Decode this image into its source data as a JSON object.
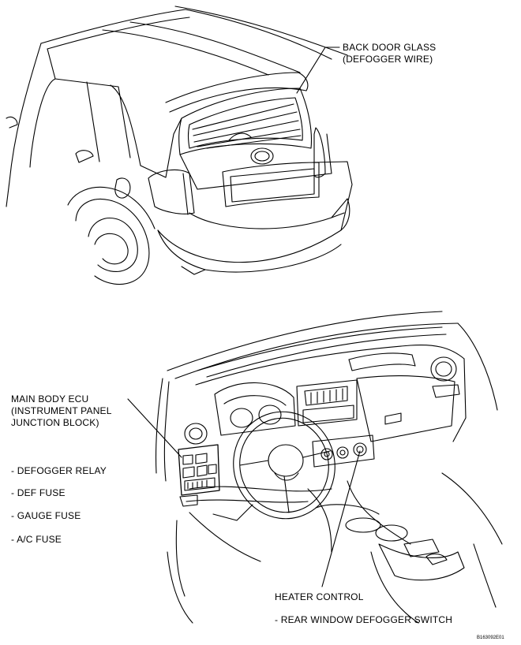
{
  "callouts": {
    "back_door_glass": {
      "line1": "BACK DOOR GLASS",
      "line2": "(DEFOGGER WIRE)"
    },
    "main_body_ecu": {
      "line1": "MAIN BODY ECU",
      "line2": "(INSTRUMENT PANEL",
      "line3": "JUNCTION BLOCK)"
    },
    "ecu_items": [
      "- DEFOGGER RELAY",
      "- DEF FUSE",
      "- GAUGE FUSE",
      "- A/C FUSE"
    ],
    "heater_control": {
      "title": "HEATER CONTROL",
      "item": "- REAR WINDOW DEFOGGER SWITCH"
    }
  },
  "figure_id": "B163092E01",
  "colors": {
    "line": "#000000",
    "background": "#ffffff"
  }
}
